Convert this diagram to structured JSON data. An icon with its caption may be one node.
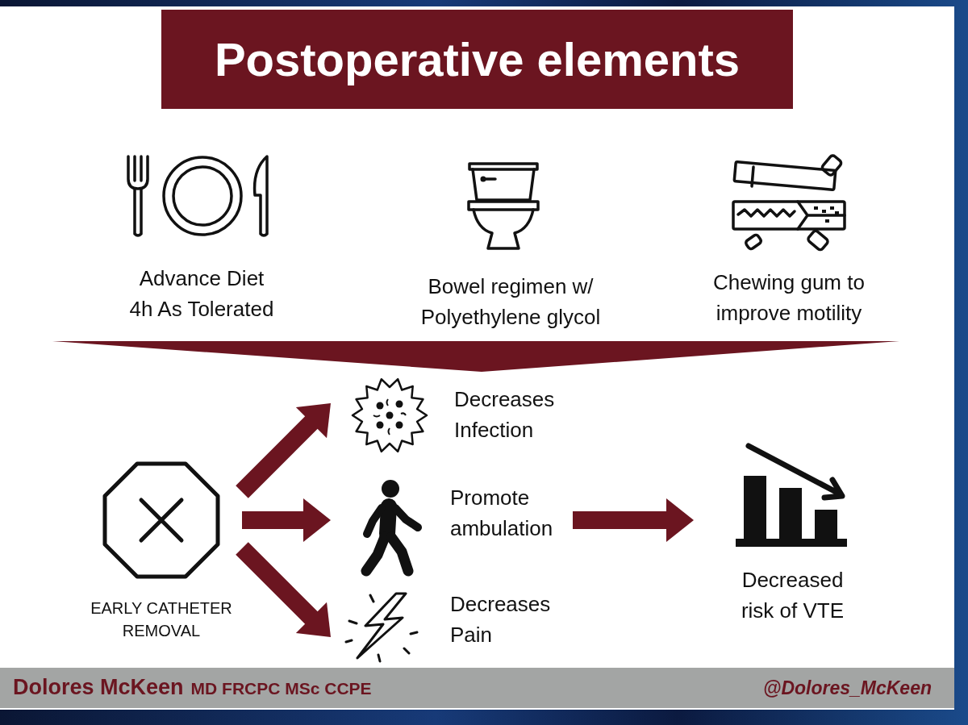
{
  "diagram": {
    "title": "Postoperative elements",
    "nodes": [
      {
        "text": [],
        "shape": "chevron"
      },
      {
        "text": [
          "EARLY CATHETER REMOVAL"
        ]
      },
      {
        "text": [
          "Decreases Infection"
        ]
      },
      {
        "text": [
          "Promote ambulation"
        ]
      },
      {
        "text": [
          "Decreases Pain"
        ]
      },
      {
        "text": [
          "Decreased risk of VTE"
        ]
      }
    ],
    "edges": [
      {
        "from": 1,
        "to": 2,
        "arrow": "to"
      },
      {
        "from": 1,
        "to": 3,
        "arrow": "to"
      },
      {
        "from": 1,
        "to": 4,
        "arrow": "to"
      },
      {
        "from": 3,
        "to": 5,
        "arrow": "to"
      }
    ],
    "labels": [
      "Advance Diet 4h As Tolerated",
      "Bowel regimen w/ Polyethylene glycol",
      "Chewing gum to improve motility",
      "Dolores McKeen",
      "MD FRCPC MSc CCPE",
      "@Dolores_McKeen"
    ]
  }
}
